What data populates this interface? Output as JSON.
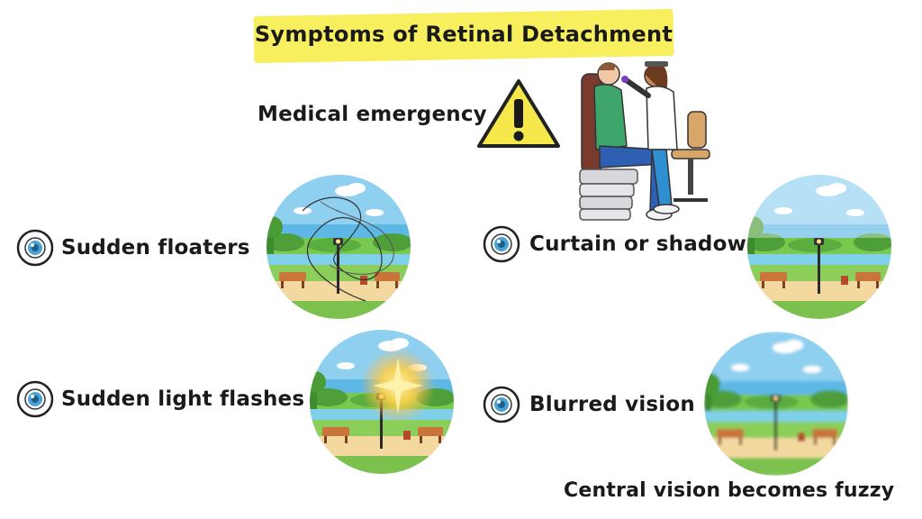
{
  "title": "Symptoms of Retinal Detachment",
  "emergency": {
    "label": "Medical emergency",
    "icon": "warning-triangle-icon",
    "warning_color": "#f6e84a"
  },
  "symptoms": [
    {
      "label": "Sudden floaters",
      "icon": "eye-icon",
      "scene": "park-with-floaters"
    },
    {
      "label": "Curtain or shadow",
      "icon": "eye-icon",
      "scene": "park-with-shadow"
    },
    {
      "label": "Sudden light flashes",
      "icon": "eye-icon",
      "scene": "park-with-flash"
    },
    {
      "label": "Blurred vision",
      "icon": "eye-icon",
      "scene": "park-blurred",
      "note": "Central vision becomes fuzzy"
    }
  ],
  "colors": {
    "banner": "#f7ef5e",
    "eye_iris": "#4aa3d6",
    "sky": "#5bbbe9",
    "grass": "#6cc14a"
  }
}
